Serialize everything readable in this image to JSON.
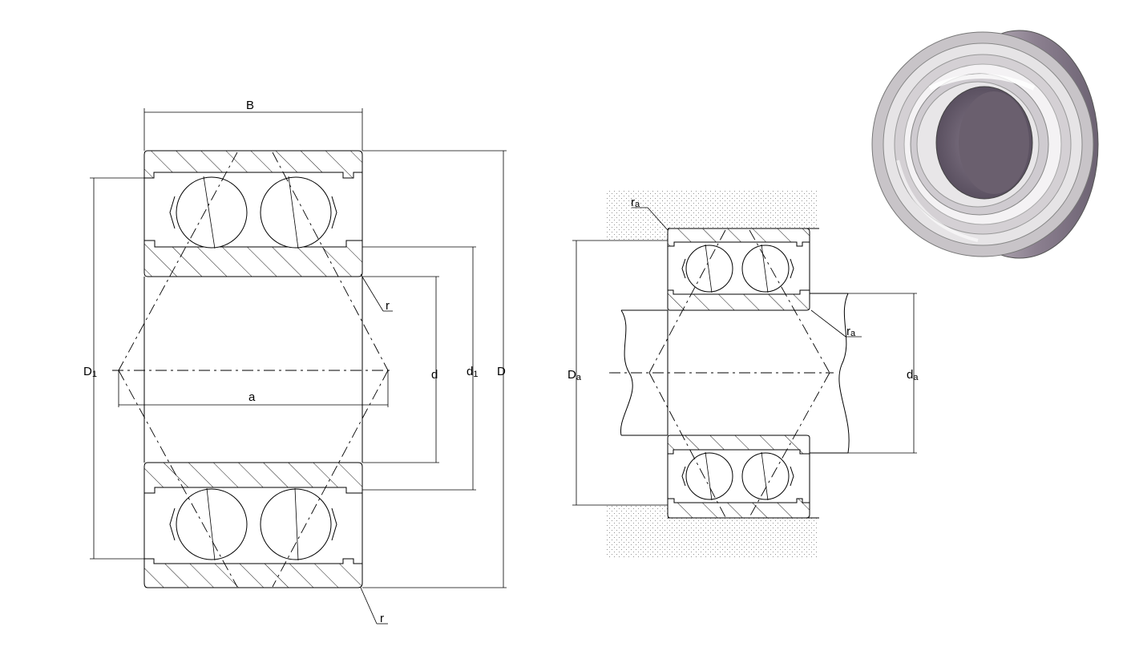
{
  "labels": {
    "B": "B",
    "r_top": "r",
    "r_bottom": "r",
    "D1_main": "D",
    "D1_sub": "1",
    "a": "a",
    "d": "d",
    "d1_main": "d",
    "d1_sub": "1",
    "D": "D",
    "ra_top_main": "r",
    "ra_top_sub": "a",
    "ra_right_main": "r",
    "ra_right_sub": "a",
    "Da_main": "D",
    "Da_sub": "a",
    "da_main": "d",
    "da_sub": "a"
  },
  "colors": {
    "line": "#000000",
    "bearing_outer": "#b8b4b8",
    "bearing_bore": "#6e6470",
    "bearing_highlight": "#f2f0f2"
  },
  "icons": {
    "render": "bearing-3d-render-icon"
  }
}
